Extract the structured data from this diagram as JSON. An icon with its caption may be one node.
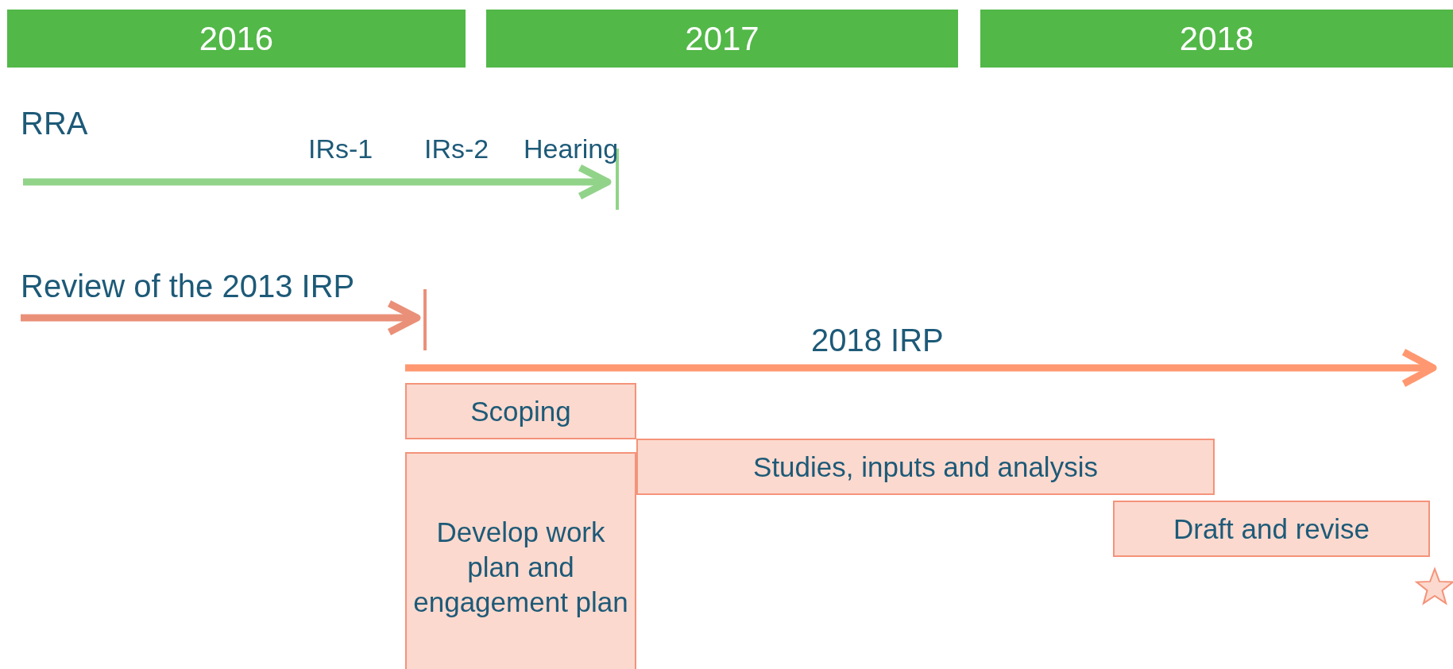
{
  "diagram": {
    "nodes": [
      {
        "text": [
          "2016"
        ]
      },
      {
        "text": [
          "2017"
        ]
      },
      {
        "text": [
          "2018"
        ]
      },
      {
        "text": [
          "Scoping"
        ]
      },
      {
        "text": [
          "Develop work plan and engagement plan"
        ]
      },
      {
        "text": [
          "Studies, inputs and analysis"
        ]
      },
      {
        "text": [
          "Draft and revise"
        ]
      },
      {
        "text": [],
        "shape": "star"
      }
    ],
    "labels": [
      "RRA",
      "IRs-1",
      "IRs-2",
      "Hearing",
      "Review of the 2013 IRP",
      "2018 IRP"
    ]
  }
}
